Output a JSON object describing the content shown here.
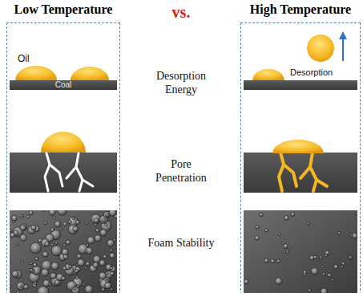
{
  "diagram": {
    "nodes": [
      {
        "text": [
          "Low Temperature"
        ]
      },
      {
        "text": [
          "High Temperature"
        ]
      }
    ],
    "labels": [
      "vs.",
      "Oil",
      "Coal",
      "Desorption Energy",
      "Desorption",
      "Pore Penetration",
      "Foam Stability"
    ]
  }
}
